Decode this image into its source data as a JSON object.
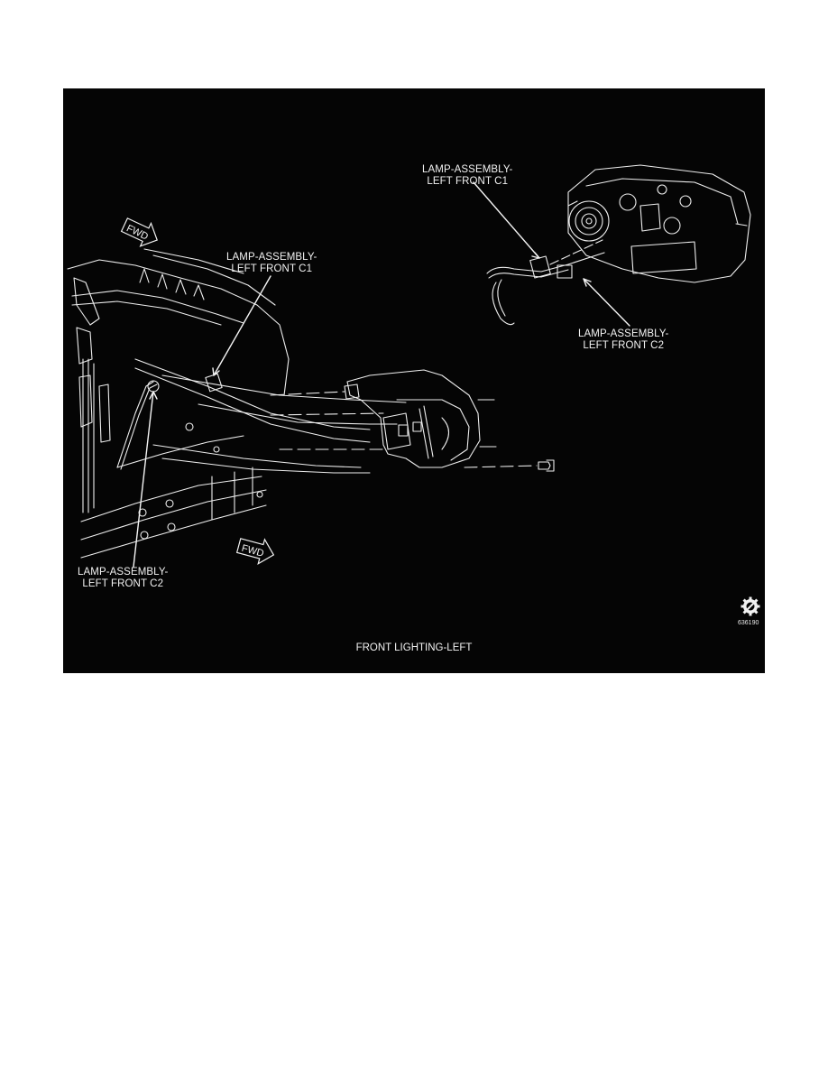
{
  "figure": {
    "caption": "FRONT LIGHTING-LEFT",
    "figure_id": "636190",
    "logo_icon": "gear-slash-logo-icon",
    "background_color": "#050505",
    "line_color": "#f2f2f2",
    "callouts": [
      {
        "id": "c1-detail",
        "line1": "LAMP-ASSEMBLY-",
        "line2": "LEFT FRONT C1"
      },
      {
        "id": "c1-vehicle",
        "line1": "LAMP-ASSEMBLY-",
        "line2": "LEFT FRONT C1"
      },
      {
        "id": "c2-detail",
        "line1": "LAMP-ASSEMBLY-",
        "line2": "LEFT FRONT C2"
      },
      {
        "id": "c2-vehicle",
        "line1": "LAMP-ASSEMBLY-",
        "line2": "LEFT FRONT C2"
      }
    ],
    "direction_arrows": [
      {
        "label": "FWD",
        "icon": "fwd-arrow-icon"
      },
      {
        "label": "FWD",
        "icon": "fwd-arrow-icon"
      }
    ]
  }
}
